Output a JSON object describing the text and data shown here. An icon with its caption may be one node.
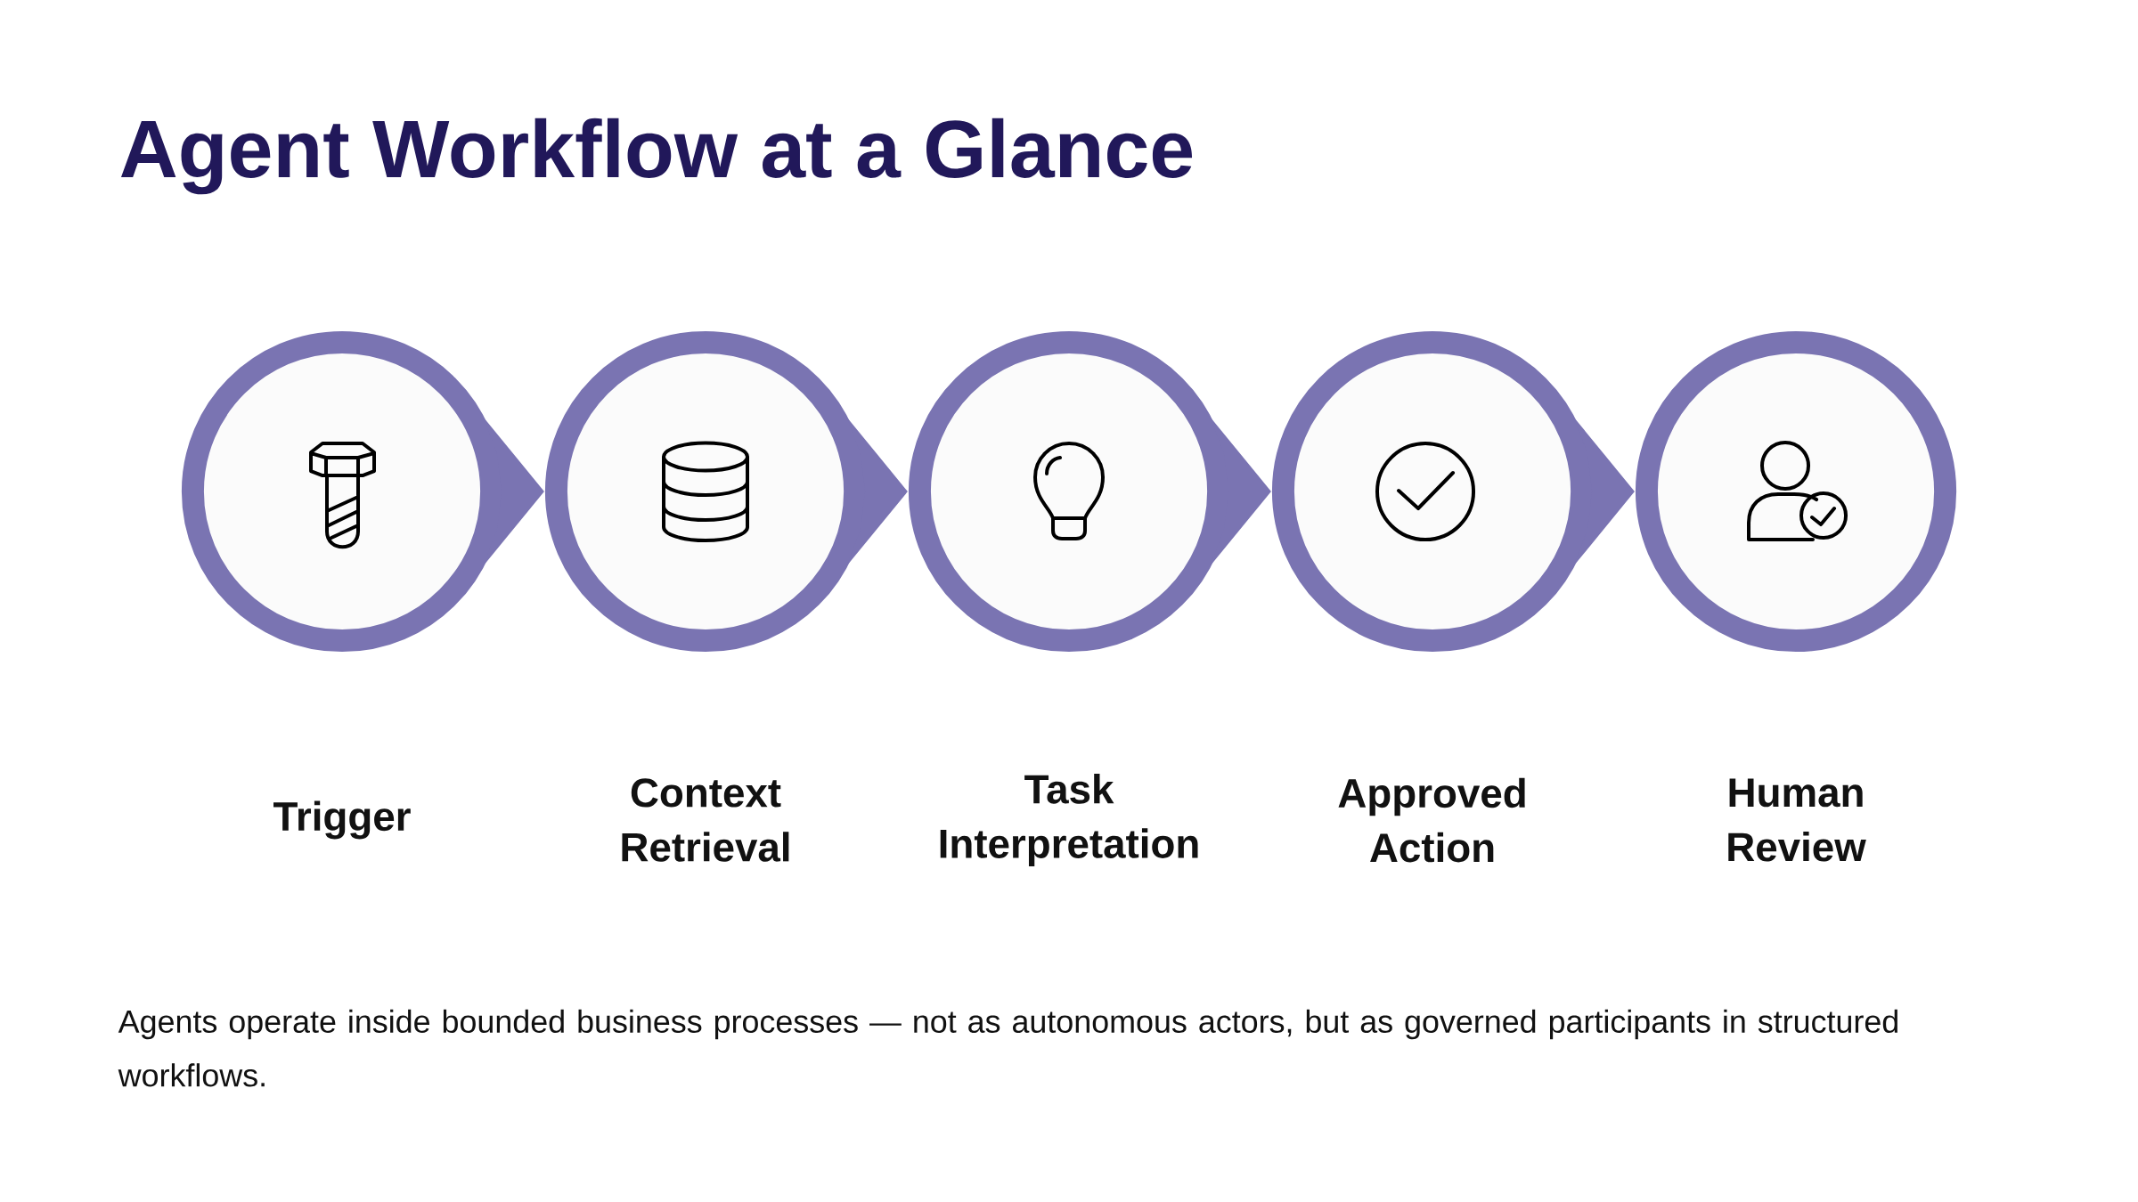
{
  "diagram": {
    "title": "Agent Workflow at a Glance",
    "nodes": [
      {
        "text": [
          "Trigger"
        ]
      },
      {
        "text": [
          "Context Retrieval"
        ]
      },
      {
        "text": [
          "Task Interpretation"
        ]
      },
      {
        "text": [
          "Approved Action"
        ]
      },
      {
        "text": [
          "Human Review"
        ]
      }
    ],
    "edges": [
      {
        "from": 0,
        "to": 1,
        "arrow": "to"
      },
      {
        "from": 1,
        "to": 2,
        "arrow": "to"
      },
      {
        "from": 2,
        "to": 3,
        "arrow": "to"
      },
      {
        "from": 3,
        "to": 4,
        "arrow": "to"
      }
    ],
    "caption": "Agents operate inside bounded business processes — not as autonomous actors, but as governed participants in structured workflows."
  }
}
